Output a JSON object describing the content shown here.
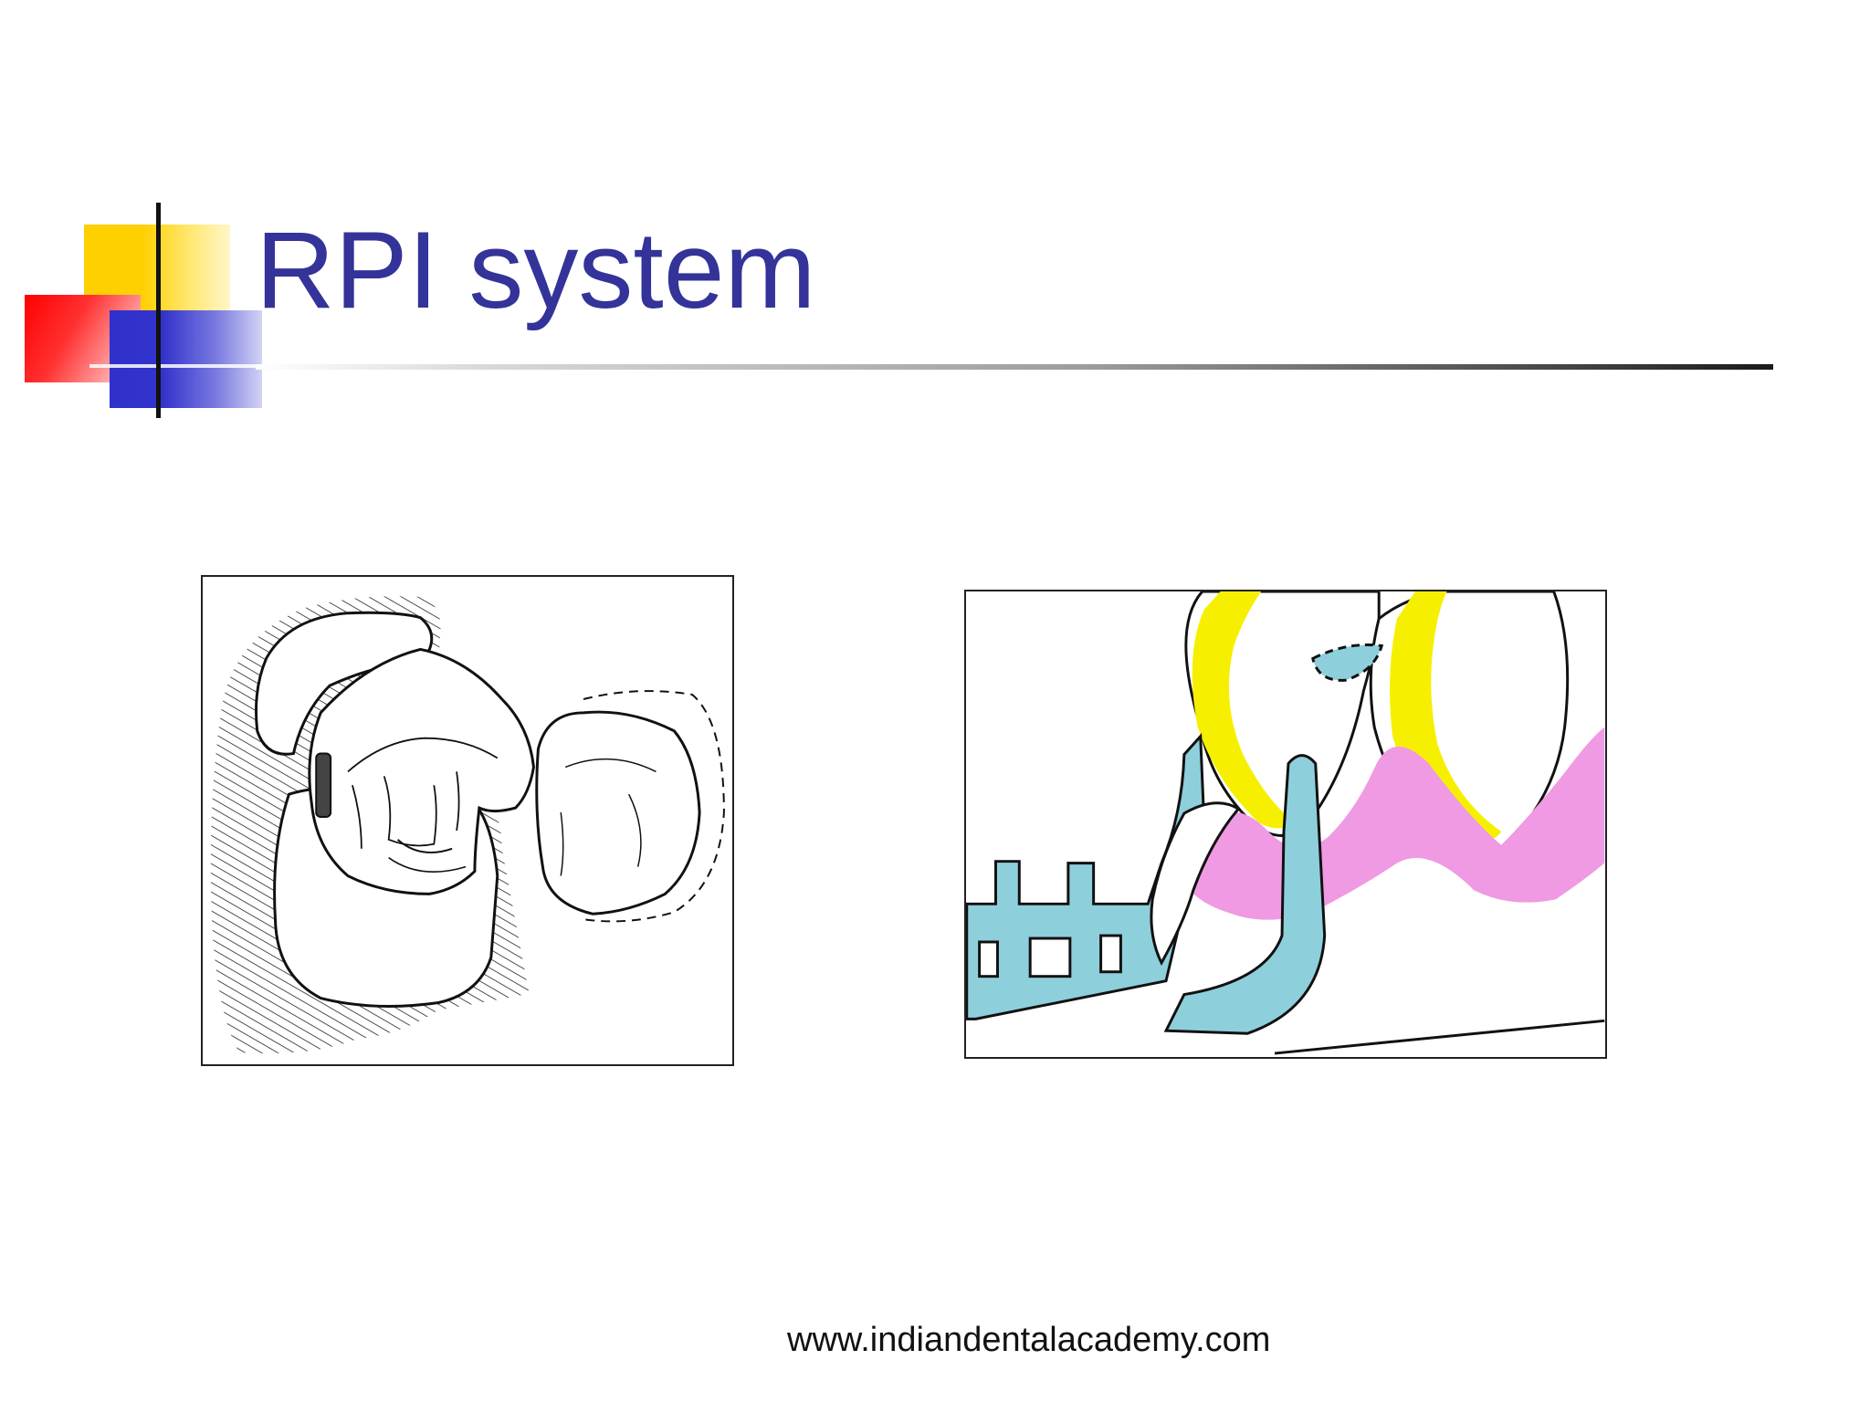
{
  "slide": {
    "title": "RPI system",
    "footer": "www.indiandentalacademy.com"
  },
  "colors": {
    "title": "#333399",
    "deco_yellow": "#ffd000",
    "deco_red": "#ff0000",
    "deco_blue": "#3333cc",
    "clasp_blue": "#8ecfdc",
    "tooth_yellow": "#f6f000",
    "gum_pink": "#ef9ae2"
  },
  "figures": [
    {
      "name": "occlusal-view-line-drawing"
    },
    {
      "name": "clasp-assembly-color-diagram"
    }
  ]
}
